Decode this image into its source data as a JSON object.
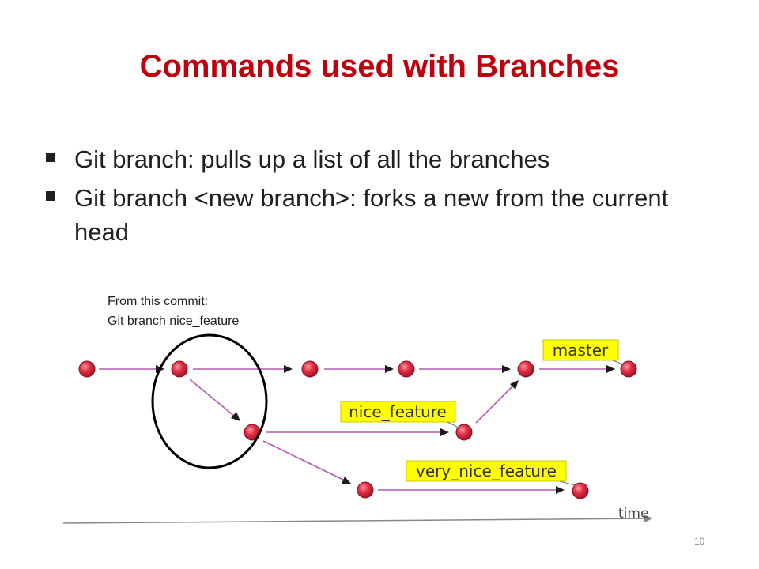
{
  "slide": {
    "title": "Commands used with Branches",
    "bullets": [
      "Git branch:  pulls up a list of all the branches",
      "Git branch <new branch>: forks a new from the current head"
    ],
    "page_number": "10"
  },
  "diagram": {
    "note_lines": [
      "From this commit:",
      "Git branch nice_feature"
    ],
    "branch_labels": [
      "master",
      "nice_feature",
      "very_nice_feature"
    ],
    "time_label": "time",
    "colors": {
      "commit": "#e2334a",
      "arrow": "#b45ab4",
      "label_bg": "#ffff00",
      "label_text": "#333333",
      "circle": "#000000",
      "title": "#c0000c"
    }
  }
}
